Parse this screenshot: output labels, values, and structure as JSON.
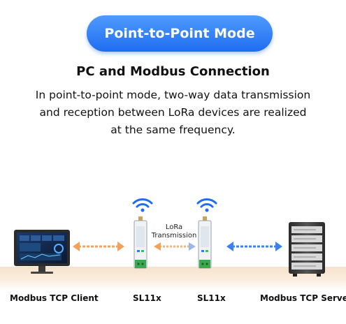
{
  "header": {
    "mode_button": "Point-to-Point Mode",
    "subtitle": "PC and Modbus Connection",
    "description_lines": [
      "In point-to-point mode, two-way data transmission",
      "and reception between LoRa devices are realized",
      "at the same frequency."
    ]
  },
  "diagram": {
    "link_label_line1": "LoRa",
    "link_label_line2": "Transmission",
    "labels": {
      "client": "Modbus TCP Client",
      "device_left": "SL11x",
      "device_right": "SL11x",
      "server": "Modbus TCP Server"
    },
    "icons": [
      "monitor-icon",
      "wifi-icon",
      "sl11x-device-icon",
      "server-rack-icon"
    ],
    "colors": {
      "accent_blue": "#1f6df0",
      "arrow_orange": "#f2a25a",
      "arrow_blue": "#3b82f0",
      "floor": "#f6e2cc"
    }
  }
}
